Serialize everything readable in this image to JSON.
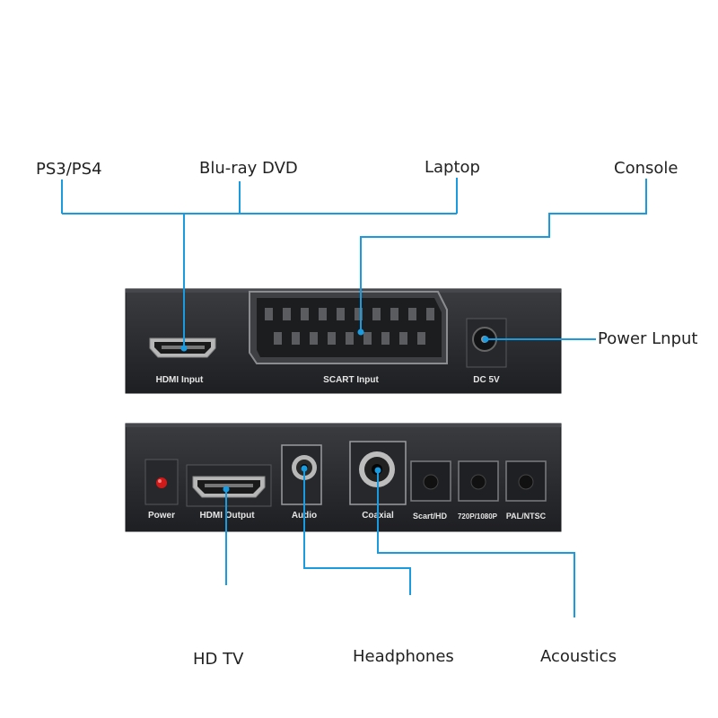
{
  "inputs": {
    "sources": {
      "ps3_ps4": "PS3/PS4",
      "bluray_dvd": "Blu-ray DVD",
      "laptop": "Laptop",
      "console": "Console",
      "power_input": "Power Lnput"
    },
    "ports": {
      "hdmi_input": "HDMI Input",
      "scart_input": "SCART Input",
      "dc_5v": "DC 5V"
    }
  },
  "outputs": {
    "ports": {
      "power": "Power",
      "hdmi_output": "HDMI Output",
      "audio": "Audio",
      "coaxial": "Coaxial",
      "scart_hd": "Scart/HD",
      "res_720p_1080p": "720P/1080P",
      "pal_ntsc": "PAL/NTSC"
    },
    "devices": {
      "hd_tv": "HD TV",
      "headphones": "Headphones",
      "acoustics": "Acoustics"
    }
  },
  "colors": {
    "callout_line": "#1a9be0",
    "device_body": "#2d2f33",
    "port_label": "#e6e6e6",
    "power_led": "#d01a1a"
  }
}
